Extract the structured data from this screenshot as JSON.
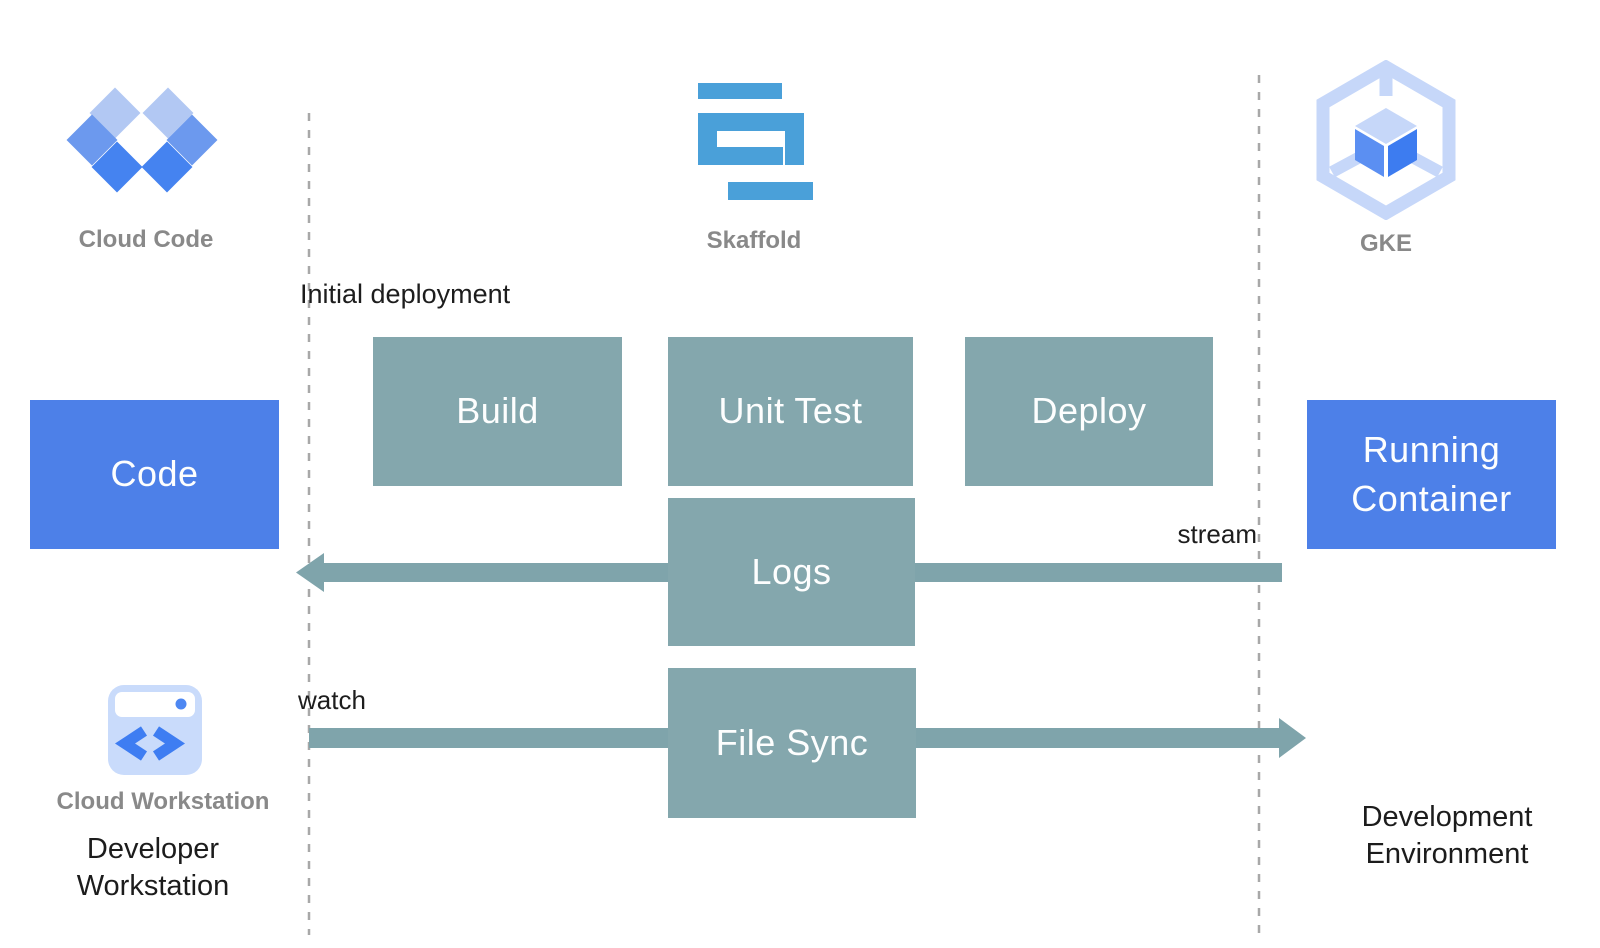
{
  "diagram": {
    "title_hint": "Skaffold dev loop with Cloud Code and GKE",
    "header_logos": {
      "cloud_code": {
        "icon": "cloud-code-diamonds-icon",
        "label": "Cloud Code"
      },
      "skaffold": {
        "icon": "skaffold-s-icon",
        "label": "Skaffold"
      },
      "gke": {
        "icon": "gke-hexagon-cube-icon",
        "label": "GKE"
      }
    },
    "annotations": {
      "initial_deployment": "Initial deployment",
      "stream": "stream",
      "watch": "watch"
    },
    "nodes": {
      "code": "Code",
      "build": "Build",
      "unit_test": "Unit Test",
      "deploy": "Deploy",
      "logs": "Logs",
      "file_sync": "File Sync",
      "running_container": "Running Container"
    },
    "footer": {
      "cloud_workstation_label": "Cloud Workstation",
      "developer_workstation": "Developer Workstation",
      "development_environment": "Development Environment"
    },
    "colors": {
      "process_box_teal": "#84a7ad",
      "arrow_teal": "#7fa4ab",
      "artifact_box_blue": "#4d80e8",
      "skaffold_blue": "#4aa0d9",
      "google_blue": "#4285f4",
      "light_blue": "#c6d7f9",
      "mid_blue": "#6c99ee",
      "caption_gray": "#898989",
      "text_black": "#1d1d1d",
      "dashed_line_gray": "#a8a8a8"
    }
  }
}
